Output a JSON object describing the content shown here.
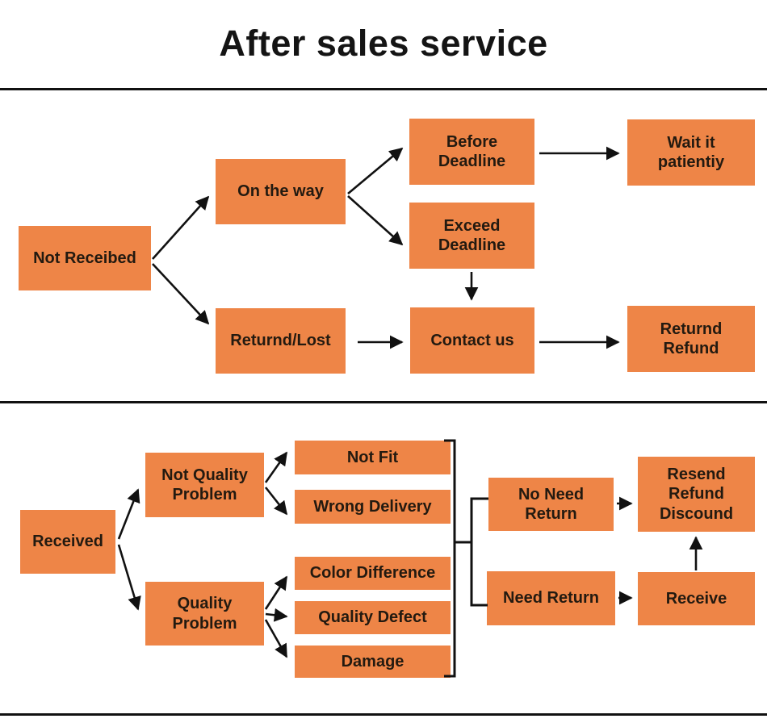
{
  "title": "After sales service",
  "colors": {
    "node_fill": "#EE8547",
    "node_text": "#231A10",
    "line": "#111111"
  },
  "top_flow": {
    "nodes": {
      "not_received": "Not Receibed",
      "on_the_way": "On the way",
      "before_deadline": "Before\nDeadline",
      "exceed_deadline": "Exceed\nDeadline",
      "wait_it_patiently": "Wait it\npatientiy",
      "returned_lost": "Returnd/Lost",
      "contact_us": "Contact us",
      "returned_refund": "Returnd\nRefund"
    }
  },
  "bottom_flow": {
    "nodes": {
      "received": "Received",
      "not_quality_problem": "Not Quality\nProblem",
      "quality_problem": "Quality\nProblem",
      "not_fit": "Not Fit",
      "wrong_delivery": "Wrong Delivery",
      "color_difference": "Color Difference",
      "quality_defect": "Quality Defect",
      "damage": "Damage",
      "no_need_return": "No Need\nReturn",
      "need_return": "Need Return",
      "resend_refund_discound": "Resend\nRefund\nDiscound",
      "receive": "Receive"
    }
  }
}
